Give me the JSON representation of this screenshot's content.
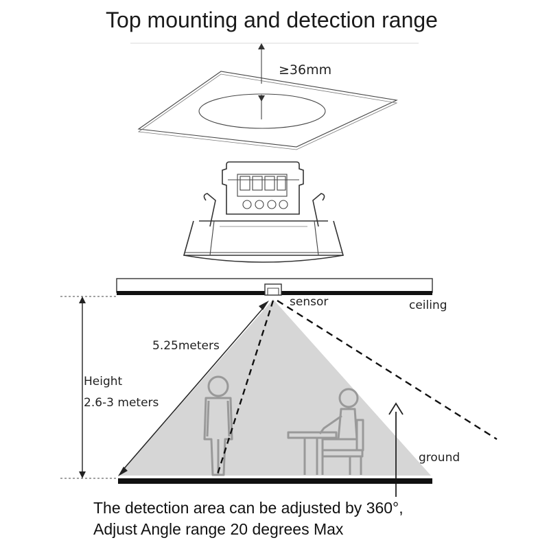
{
  "title": "Top mounting and detection range",
  "cutout_label": "≥36mm",
  "sensor_label": "sensor",
  "ceiling_label": "ceiling",
  "diagonal_label": "5.25meters",
  "height_label_line1": "Height",
  "height_label_line2": "2.6-3 meters",
  "ground_label": "ground",
  "caption_line1": "The detection area can be adjusted by 360°,",
  "caption_line2": "Adjust Angle range 20 degrees Max",
  "colors": {
    "cone_fill": "#d6d6d6",
    "figure_stroke": "#999999",
    "bar_black": "#111111",
    "line": "#333333"
  }
}
